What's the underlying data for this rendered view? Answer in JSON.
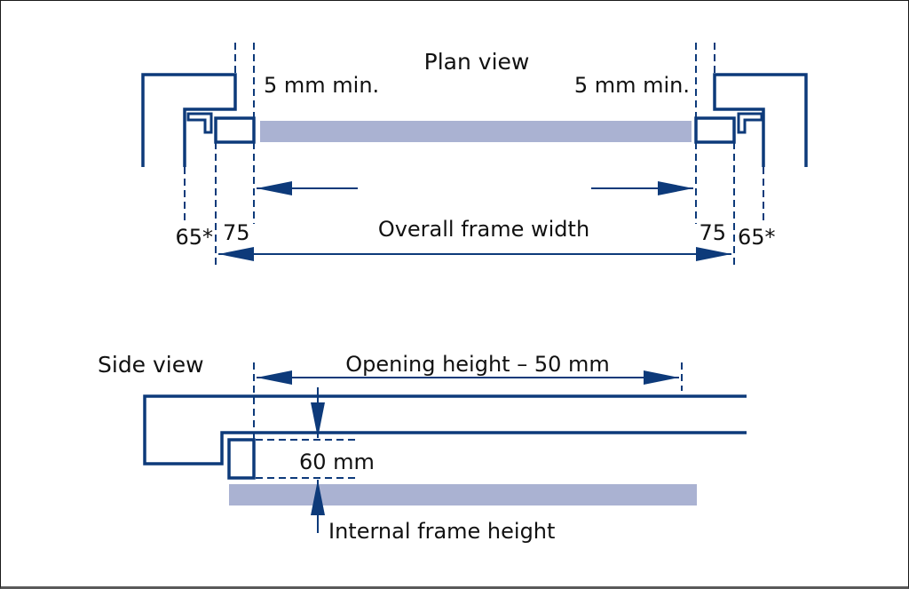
{
  "colors": {
    "line": "#0d3a7a",
    "glass": "#aab2d2",
    "text": "#111111"
  },
  "plan_view": {
    "title": "Plan view",
    "clearance_left": "5 mm min.",
    "clearance_right": "5 mm min.",
    "left_dim_65": "65*",
    "left_dim_75": "75",
    "right_dim_75": "75",
    "right_dim_65": "65*",
    "overall_label": "Overall frame width"
  },
  "side_view": {
    "title": "Side view",
    "opening_label": "Opening height – 50 mm",
    "depth_label": "60 mm",
    "internal_label": "Internal frame height"
  }
}
